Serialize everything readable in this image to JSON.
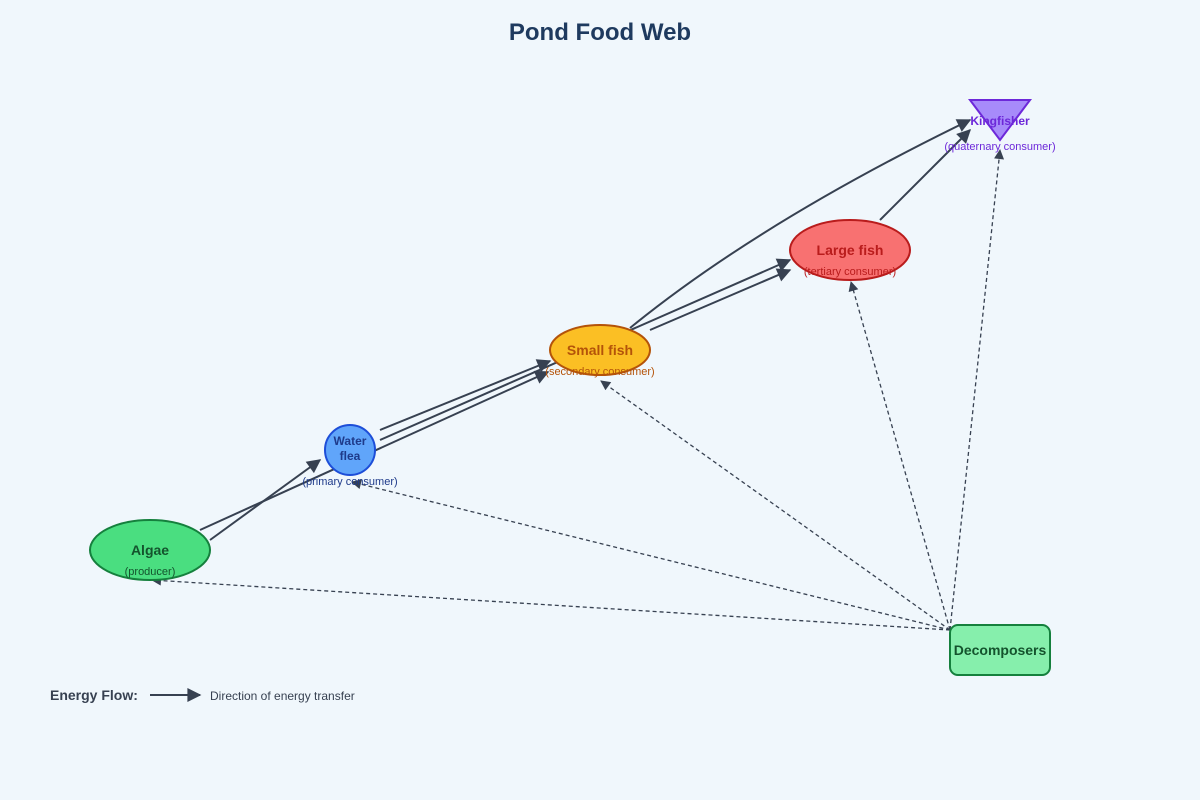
{
  "title": "Pond Food Web",
  "nodes": {
    "algae": {
      "name": "Algae",
      "role": "(producer)",
      "fill": "#4ade80",
      "stroke": "#15803d",
      "text": "#14532d"
    },
    "water_flea": {
      "name_line1": "Water",
      "name_line2": "flea",
      "role": "(primary consumer)",
      "fill": "#60a5fa",
      "stroke": "#1d4ed8",
      "text": "#1e3a8a"
    },
    "small_fish": {
      "name": "Small fish",
      "role": "(secondary consumer)",
      "fill": "#fbbf24",
      "stroke": "#b45309",
      "text": "#b45309"
    },
    "large_fish": {
      "name": "Large fish",
      "role": "(tertiary consumer)",
      "fill": "#f87171",
      "stroke": "#b91c1c",
      "text": "#b91c1c"
    },
    "kingfisher": {
      "name": "Kingfisher",
      "role": "(quaternary consumer)",
      "fill": "#a78bfa",
      "stroke": "#6d28d9",
      "text": "#6d28d9"
    },
    "decomposers": {
      "name": "Decomposers",
      "fill": "#86efac",
      "stroke": "#15803d",
      "text": "#14532d"
    }
  },
  "legend": {
    "title": "Energy Flow:",
    "description": "Direction of energy transfer"
  }
}
